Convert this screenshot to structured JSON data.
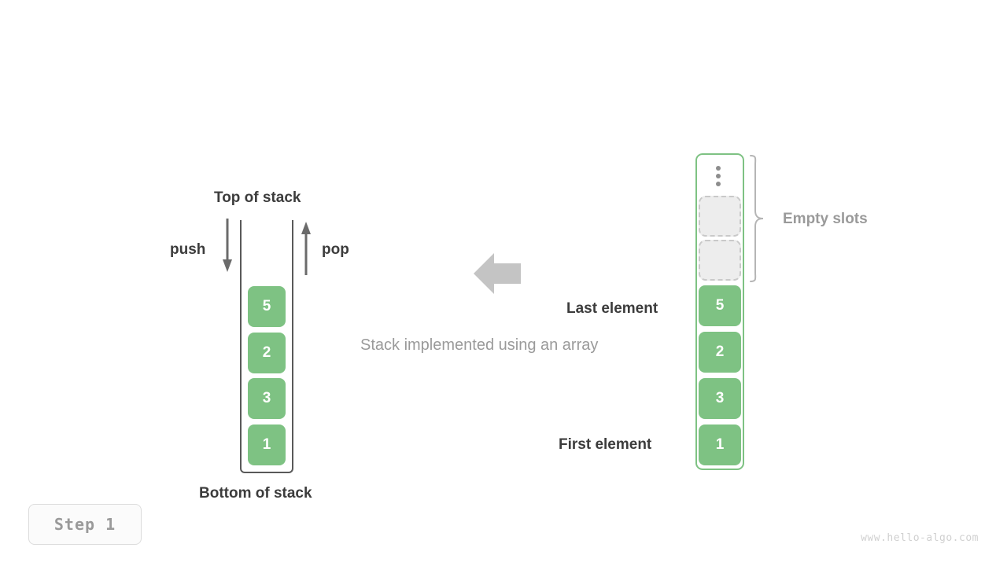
{
  "diagram": {
    "caption": "Stack implemented using an array",
    "flow_arrow": "left-arrow-icon"
  },
  "stack": {
    "top_label": "Top of stack",
    "bottom_label": "Bottom of stack",
    "push_label": "push",
    "pop_label": "pop",
    "push_icon": "arrow-down-icon",
    "pop_icon": "arrow-up-icon",
    "cells": [
      {
        "value": "5"
      },
      {
        "value": "2"
      },
      {
        "value": "3"
      },
      {
        "value": "1"
      }
    ]
  },
  "array": {
    "empty_slots_label": "Empty slots",
    "last_element_label": "Last element",
    "first_element_label": "First element",
    "ellipsis_icon": "vertical-ellipsis-icon",
    "brace_icon": "curly-brace-icon",
    "empty_slots": [
      {
        "value": ""
      },
      {
        "value": ""
      }
    ],
    "cells": [
      {
        "value": "5"
      },
      {
        "value": "2"
      },
      {
        "value": "3"
      },
      {
        "value": "1"
      }
    ]
  },
  "footer": {
    "step_label": "Step 1",
    "watermark": "www.hello-algo.com"
  },
  "colors": {
    "cell_fill": "#7ec283",
    "array_border": "#7ec283",
    "stack_border": "#595959",
    "empty_slot_fill": "#ededed",
    "empty_slot_border": "#c9c9c9",
    "text_dark": "#3c3c3c",
    "text_gray": "#9a9a9a",
    "flow_arrow": "#c4c4c4",
    "arrow_stroke": "#6b6b6b"
  }
}
